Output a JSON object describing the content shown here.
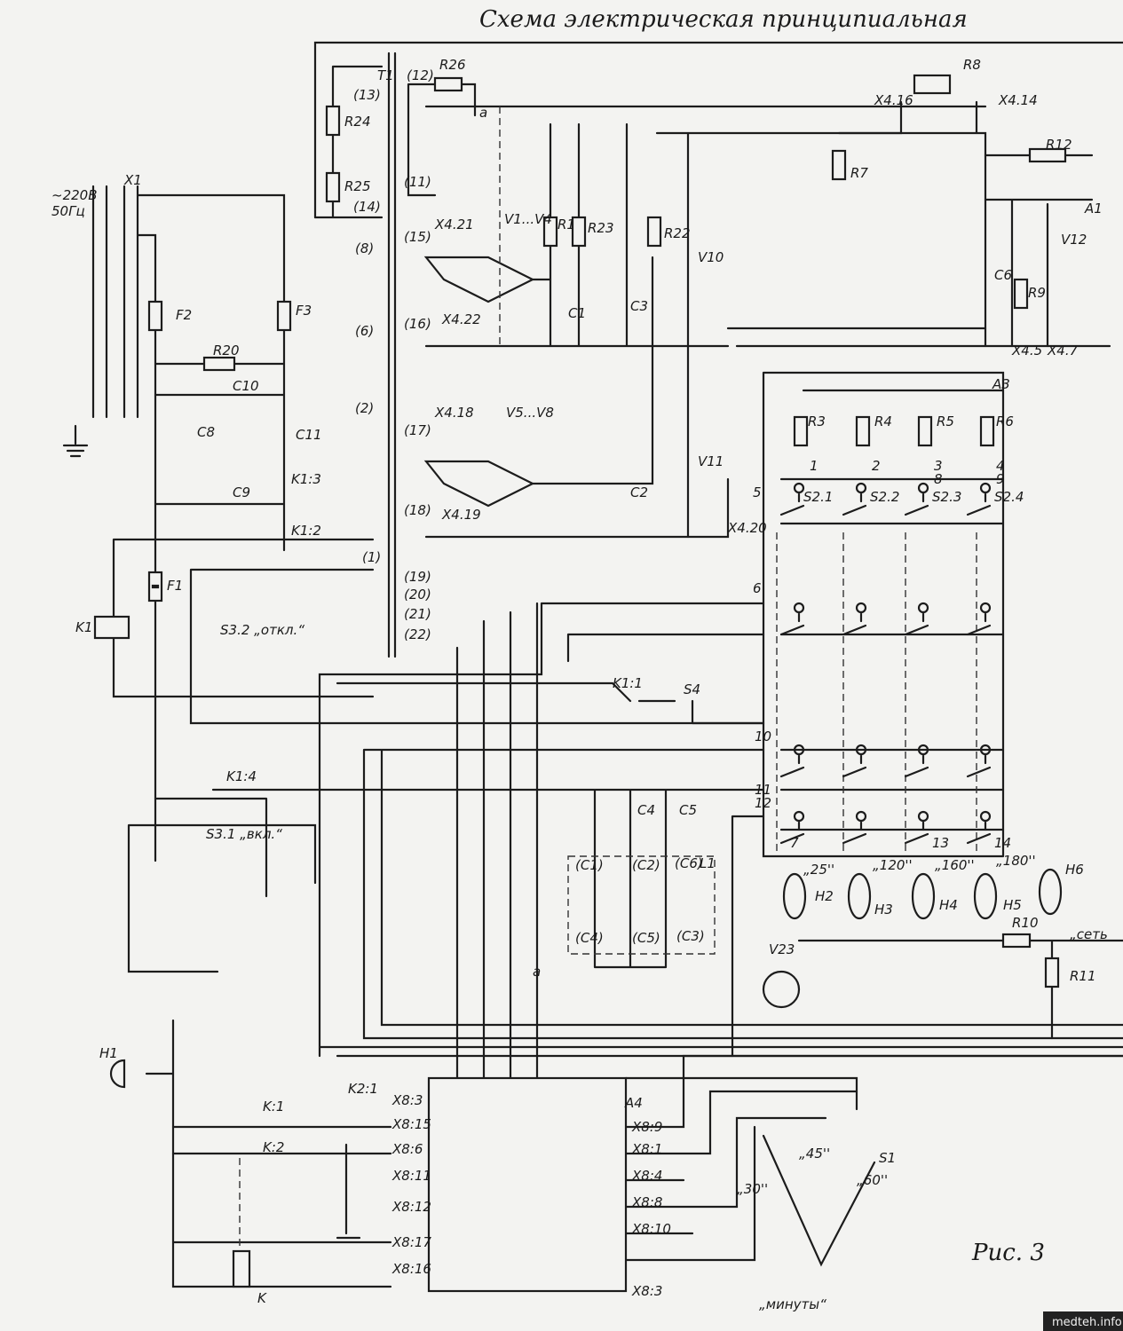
{
  "title": "Схема электрическая принципиальная",
  "figure_caption": "Рис. 3",
  "watermark": "medteh.info",
  "colors": {
    "ink": "#1c1c1c",
    "paper": "#f3f3f1"
  },
  "labels": {
    "mains": "~220В",
    "freq": "50Гц",
    "x1": "X1",
    "f1": "F1",
    "f2": "F2",
    "f3": "F3",
    "r20": "R20",
    "c10": "C10",
    "c8": "C8",
    "c11": "C11",
    "c9": "C9",
    "k13": "K1:3",
    "k12": "K1:2",
    "k1": "K1",
    "k11": "K1:1",
    "k14": "K1:4",
    "s32": "S3.2 „откл.“",
    "s31": "S3.1 „вкл.“",
    "s4": "S4",
    "h1": "H1",
    "ka1": "K:1",
    "ka2": "K:2",
    "k": "K",
    "k21": "K2:1",
    "a4": "A4",
    "t1": "T1",
    "w13": "(13)",
    "w14": "(14)",
    "w12": "(12)",
    "w11": "(11)",
    "w8": "(8)",
    "w6": "(6)",
    "w2": "(2)",
    "w1": "(1)",
    "w15": "(15)",
    "w16": "(16)",
    "w17": "(17)",
    "w18": "(18)",
    "w19": "(19)",
    "w20": "(20)",
    "w21": "(21)",
    "w22": "(22)",
    "r24": "R24",
    "r25": "R25",
    "r26": "R26",
    "a_top": "a",
    "a_bot": "a",
    "x421": "X4.21",
    "x422": "X4.22",
    "v14": "V1...V4",
    "r1": "R1",
    "r23": "R23",
    "c1": "C1",
    "c3": "C3",
    "r22": "R22",
    "v10": "V10",
    "v11": "V11",
    "x418": "X4.18",
    "v58": "V5...V8",
    "x419": "X4.19",
    "c2": "C2",
    "r7": "R7",
    "x416": "X4.16",
    "r8": "R8",
    "x414": "X4.14",
    "r12": "R12",
    "c6": "C6",
    "r9": "R9",
    "v12": "V12",
    "a1": "A1",
    "x47": "X4.7",
    "x45": "X4.5",
    "a3": "A3",
    "r3": "R3",
    "r4": "R4",
    "r5": "R5",
    "r6": "R6",
    "s21": "S2.1",
    "s22": "S2.2",
    "s23": "S2.3",
    "s24": "S2.4",
    "x420": "X4.20",
    "c4": "C4",
    "c5": "C5",
    "l1": "L1",
    "lc1": "(C1)",
    "lc2": "(C2)",
    "lc6": "(C6)",
    "lc4": "(C4)",
    "lc5": "(C5)",
    "lc3": "(C3)",
    "h2": "H2",
    "h3": "H3",
    "h4": "H4",
    "h5": "H5",
    "h6": "H6",
    "t25": "„25''",
    "t120": "„120''",
    "t160": "„160''",
    "t180": "„180''",
    "r10": "R10",
    "net": "„сеть",
    "r11": "R11",
    "v23": "V23",
    "s1": "S1",
    "m30": "„30''",
    "m45": "„45''",
    "m60": "„60''",
    "minutes": "„минуты“",
    "x8_3": "X8:3",
    "x8_15": "X8:15",
    "x8_6": "X8:6",
    "x8_11": "X8:11",
    "x8_12": "X8:12",
    "x8_17": "X8:17",
    "x8_16": "X8:16",
    "x8_9": "X8:9",
    "x8_1": "X8:1",
    "x8_4": "X8:4",
    "x8_8": "X8:8",
    "x8_10": "X8:10",
    "x8_3b": "X8:3",
    "n1": "1",
    "n2": "2",
    "n3": "3",
    "n4": "4",
    "n5": "5",
    "n6": "6",
    "n7": "7",
    "n8": "8",
    "n9": "9",
    "n10": "10",
    "n11": "11",
    "n12": "12",
    "n13": "13",
    "n14": "14"
  }
}
